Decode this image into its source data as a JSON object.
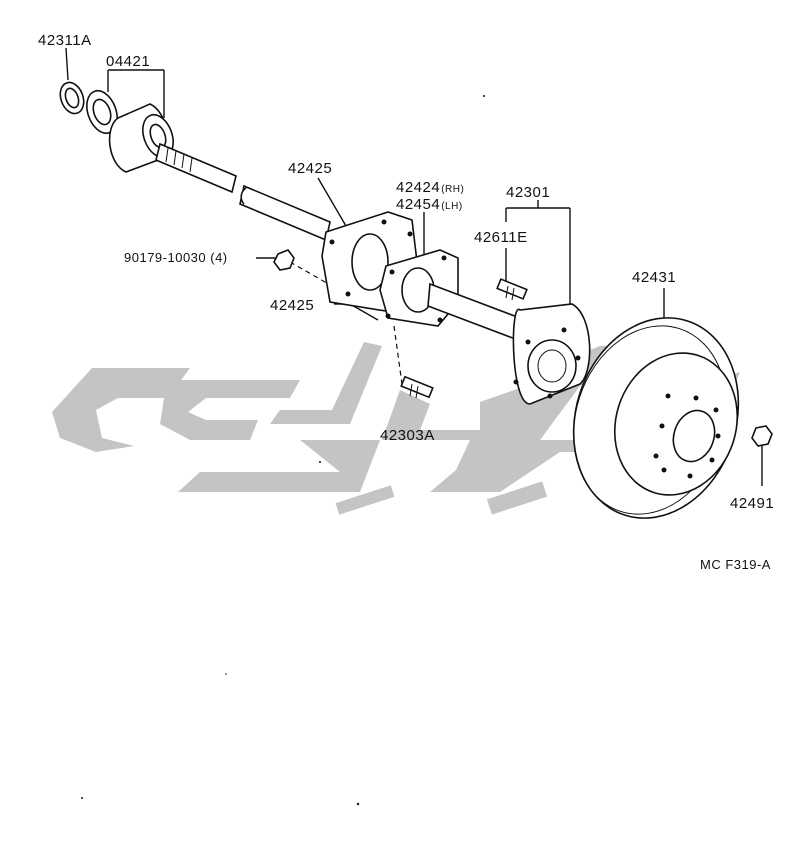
{
  "diagram": {
    "reference_code": "MC F319-A",
    "parts": [
      {
        "id": "p42311A",
        "number": "42311A",
        "suffix": ""
      },
      {
        "id": "p04421",
        "number": "04421",
        "suffix": ""
      },
      {
        "id": "p42425a",
        "number": "42425",
        "suffix": ""
      },
      {
        "id": "p42424",
        "number": "42424",
        "suffix": "(RH)"
      },
      {
        "id": "p42454",
        "number": "42454",
        "suffix": "(LH)"
      },
      {
        "id": "p42301",
        "number": "42301",
        "suffix": ""
      },
      {
        "id": "p90179",
        "number": "90179-10030 (4)",
        "suffix": ""
      },
      {
        "id": "p42611E",
        "number": "42611E",
        "suffix": ""
      },
      {
        "id": "p42425b",
        "number": "42425",
        "suffix": ""
      },
      {
        "id": "p42431",
        "number": "42431",
        "suffix": ""
      },
      {
        "id": "p42303A",
        "number": "42303A",
        "suffix": ""
      },
      {
        "id": "p42491",
        "number": "42491",
        "suffix": ""
      }
    ]
  }
}
